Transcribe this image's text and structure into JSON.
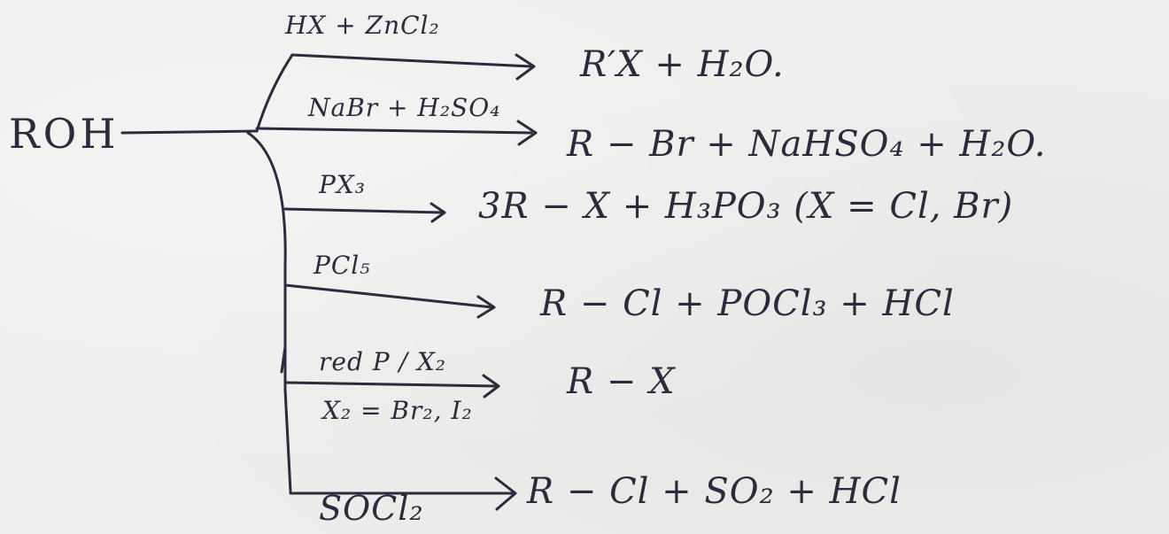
{
  "note": {
    "reactant": "ROH",
    "reactions": [
      {
        "reagent": "HX + ZnCl₂",
        "product": "R′X + H₂O."
      },
      {
        "reagent": "NaBr + H₂SO₄",
        "product": "R − Br + NaHSO₄ + H₂O."
      },
      {
        "reagent": "PX₃",
        "product": "3R − X + H₃PO₃ (X = Cl, Br)"
      },
      {
        "reagent": "PCl₅",
        "product": "R − Cl + POCl₃ + HCl"
      },
      {
        "reagent": "red P / X₂",
        "reagent_note": "X₂ = Br₂, I₂",
        "product": "R − X"
      },
      {
        "reagent": "SOCl₂",
        "product": "R − Cl + SO₂ + HCl"
      }
    ]
  },
  "colors": {
    "ink": "#2b2b3d",
    "paper": "#efedec"
  }
}
